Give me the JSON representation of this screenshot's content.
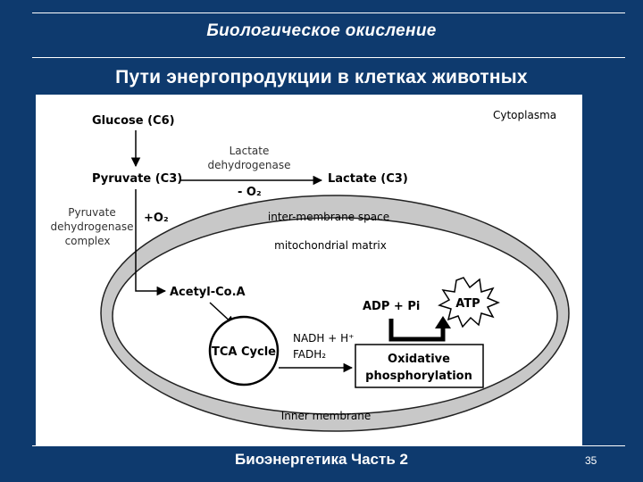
{
  "slide": {
    "header_title": "Биологическое окисление",
    "sub_title": "Пути энергопродукции в клетках животных",
    "footer_text": "Биоэнергетика Часть 2",
    "page_number": "35"
  },
  "diagram": {
    "glucose": "Glucose (C6)",
    "cytoplasma": "Cytoplasma",
    "ldh_line1": "Lactate",
    "ldh_line2": "dehydrogenase",
    "pyruvate": "Pyruvate (C3)",
    "lactate": "Lactate (C3)",
    "minus_o2": "- O₂",
    "plus_o2": "+O₂",
    "pdh_line1": "Pyruvate",
    "pdh_line2": "dehydrogenase",
    "pdh_line3": "complex",
    "intermembrane": "inter-membrane space",
    "matrix": "mitochondrial matrix",
    "acetyl_coa": "Acetyl-Co.A",
    "adp": "ADP + Pi",
    "atp": "ATP",
    "nadh": "NADH + H⁺",
    "fadh": "FADH₂",
    "tca": "TCA Cycle",
    "oxphos_line1": "Oxidative",
    "oxphos_line2": "phosphorylation",
    "inner_membrane": "Inner membrane"
  },
  "colors": {
    "background": "#0e3a6e",
    "membrane": "#c8c8c8"
  }
}
